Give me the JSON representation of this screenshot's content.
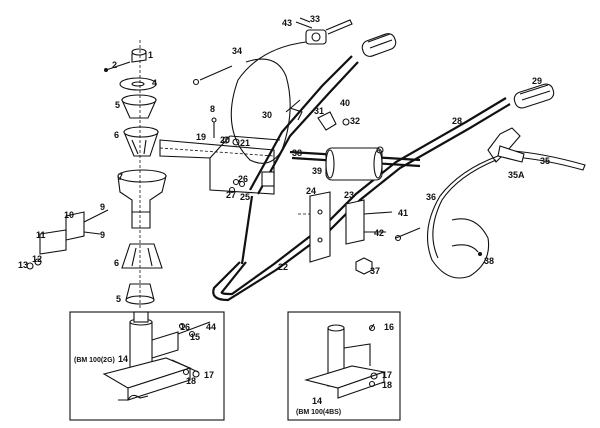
{
  "part_labels": {
    "p1": "1",
    "p2": "2",
    "p4": "4",
    "p5a": "5",
    "p6a": "6",
    "p7": "7",
    "p9a": "9",
    "p9b": "9",
    "p10": "10",
    "p11": "11",
    "p12": "12",
    "p13": "13",
    "p6b": "6",
    "p5b": "5",
    "p8": "8",
    "p19": "19",
    "p20": "20",
    "p21": "21",
    "p26": "26",
    "p27": "27",
    "p25": "25",
    "p43": "43",
    "p33": "33",
    "p34": "34",
    "p30": "30",
    "p31": "31",
    "p40": "40",
    "p32": "32",
    "p38a": "38",
    "p39": "39",
    "p28": "28",
    "p29": "29",
    "p24": "24",
    "p23": "23",
    "p41": "41",
    "p42": "42",
    "p22": "22",
    "p37": "37",
    "p36": "36",
    "p38b": "38",
    "p35": "35",
    "p35a": "35A",
    "p16a": "16",
    "p44": "44",
    "p15": "15",
    "p14a": "14",
    "p17a": "17",
    "p18a": "18",
    "p16b": "16",
    "p17b": "17",
    "p18b": "18",
    "p14b": "14"
  },
  "inset_captions": {
    "left": "(BM 100(2G)",
    "right": "(BM 100(4BS)"
  },
  "colors": {
    "ink": "#111111",
    "paper": "#ffffff"
  }
}
